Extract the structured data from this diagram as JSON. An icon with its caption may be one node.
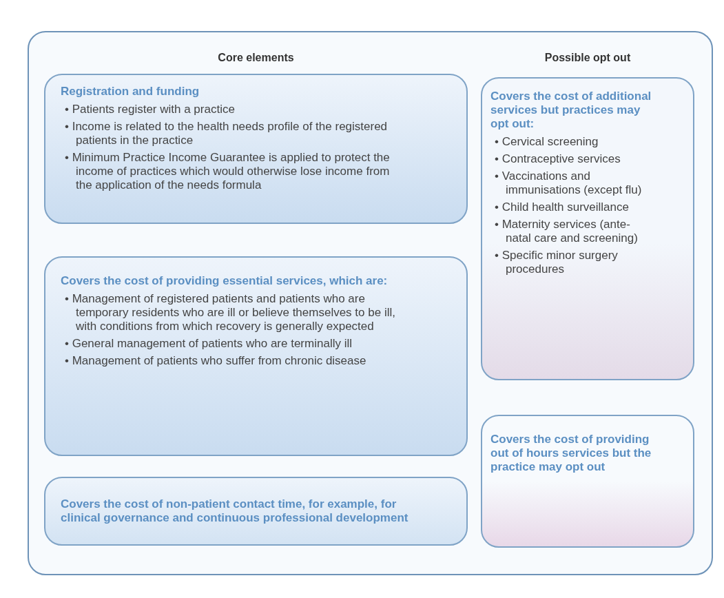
{
  "diagram": {
    "nodes": [
      {
        "text": [],
        "shape": "box"
      },
      {
        "text": [
          "Registration and funding",
          "• Patients register with a practice",
          "• Income is related to the health needs profile of the registered patients in the practice",
          "• Minimum Practice Income Guarantee is applied to protect the income of practices which would otherwise lose income from the application of the needs formula"
        ],
        "in": 0
      },
      {
        "text": [
          "Covers the cost of providing essential services, which are:",
          "• Management of registered patients and patients who are temporary residents who are ill or believe themselves to be ill, with conditions from which recovery is generally expected",
          "• General management of patients who are terminally ill",
          "• Management of patients who suffer from chronic disease"
        ],
        "in": 0
      },
      {
        "text": [
          "Covers the cost of non-patient contact time, for example, for clinical governance and continuous professional development"
        ],
        "in": 0
      },
      {
        "text": [
          "Covers the cost of additional services but practices may opt out:",
          "• Cervical screening",
          "• Contraceptive services",
          "• Vaccinations and immunisations (except flu)",
          "• Child health surveillance",
          "• Maternity services (ante-natal care and screening)",
          "• Specific minor surgery procedures"
        ],
        "in": 0
      },
      {
        "text": [
          "Covers the cost of providing out of hours services but the practice may opt out"
        ],
        "in": 0
      }
    ],
    "labels": [
      "Core elements",
      "Possible opt out"
    ]
  }
}
